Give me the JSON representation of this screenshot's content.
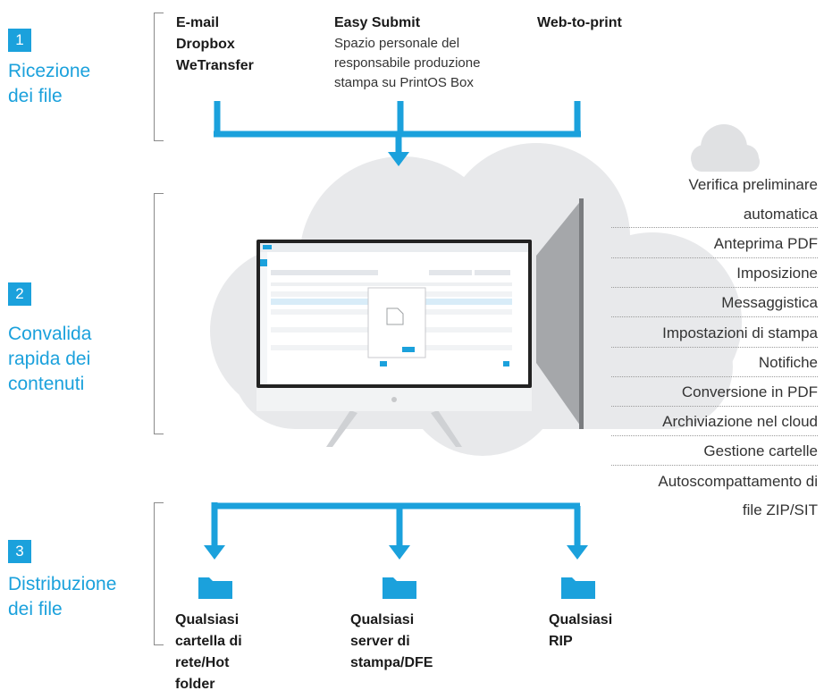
{
  "stages": [
    {
      "number": "1",
      "label_line1": "Ricezione",
      "label_line2": "dei file"
    },
    {
      "number": "2",
      "label_line1": "Convalida",
      "label_line2": "rapida dei",
      "label_line3": "contenuti"
    },
    {
      "number": "3",
      "label_line1": "Distribuzione",
      "label_line2": "dei file"
    }
  ],
  "sources": {
    "email": "E-mail",
    "dropbox": "Dropbox",
    "wetransfer": "WeTransfer",
    "easy_submit": "Easy Submit",
    "easy_submit_desc1": "Spazio personale del",
    "easy_submit_desc2": "responsabile produzione",
    "easy_submit_desc3": "stampa su PrintOS Box",
    "web_to_print": "Web-to-print"
  },
  "features": [
    "Verifica preliminare",
    "automatica",
    "Anteprima PDF",
    "Imposizione",
    "Messaggistica",
    "Impostazioni di stampa",
    "Notifiche",
    "Conversione in PDF",
    "Archiviazione nel cloud",
    "Gestione cartelle",
    "Autoscompattamento di",
    "file ZIP/SIT"
  ],
  "destinations": [
    {
      "line1": "Qualsiasi",
      "line2": "cartella di",
      "line3": "rete/Hot",
      "line4": "folder"
    },
    {
      "line1": "Qualsiasi",
      "line2": "server di",
      "line3": "stampa/DFE"
    },
    {
      "line1": "Qualsiasi",
      "line2": "RIP"
    }
  ],
  "colors": {
    "accent": "#1ba1dc",
    "cloud": "#e8e9eb",
    "panel": "#a5a7aa"
  }
}
